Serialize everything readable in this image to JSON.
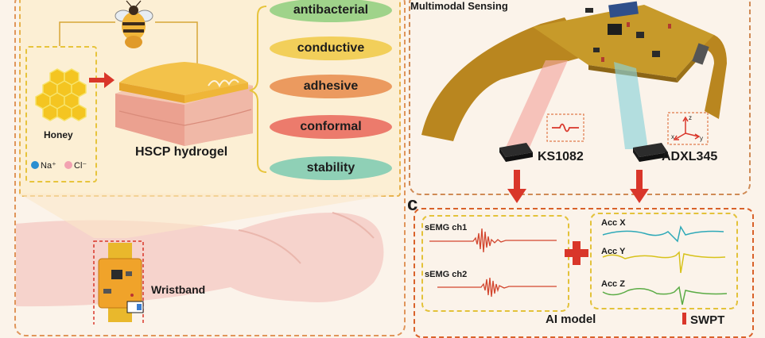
{
  "left_panel": {
    "honey_label": "Honey",
    "ion_na": "Na⁺",
    "ion_cl": "Cl⁻",
    "hydrogel_label": "HSCP hydrogel",
    "properties": [
      "antibacterial",
      "conductive",
      "adhesive",
      "conformal",
      "stability"
    ],
    "property_colors": [
      "#9fd38a",
      "#f2cf5a",
      "#eb9a5f",
      "#ec7b6c",
      "#8fd0b6"
    ],
    "wristband_label": "Wristband"
  },
  "right_panel": {
    "title": "Multimodal Sensing",
    "sensor_1": "KS1082",
    "sensor_2": "ADXL345",
    "panel_letter": "c",
    "emg_labels": [
      "sEMG ch1",
      "sEMG ch2"
    ],
    "acc_labels": [
      "Acc X",
      "Acc Y",
      "Acc Z"
    ],
    "ai_label": "AI model",
    "swpt_label": "SWPT",
    "axis_letters": [
      "z",
      "x",
      "y"
    ]
  }
}
